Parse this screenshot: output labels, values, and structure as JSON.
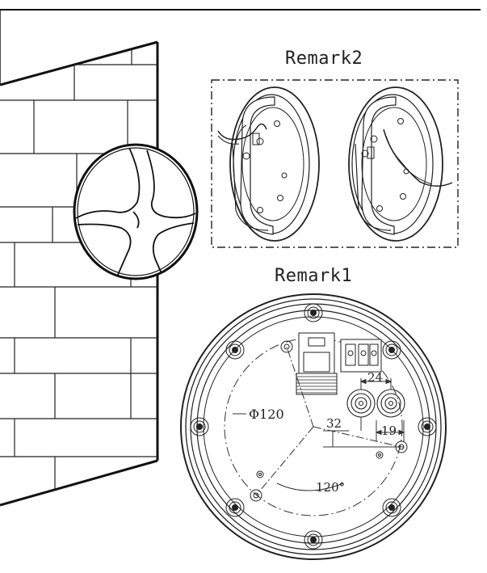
{
  "labels": {
    "remark2": "Remark2",
    "remark1": "Remark1"
  },
  "dimensions": {
    "diameter": "Φ120",
    "spacing_24": "24",
    "offset_32": "32",
    "offset_19": "19",
    "angle_120": "120°"
  },
  "colors": {
    "line": "#111111",
    "dim_line": "#333333",
    "background": "#ffffff"
  }
}
